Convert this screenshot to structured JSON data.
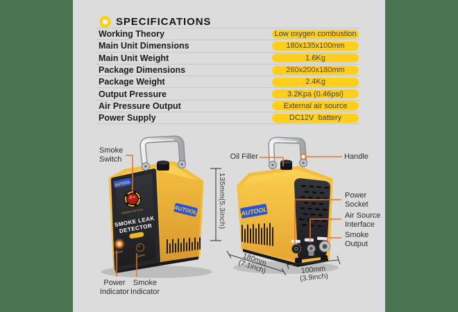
{
  "header": {
    "title": "SPECIFICATIONS"
  },
  "specs": {
    "rows": [
      {
        "label": "Working Theory",
        "value": "Low oxygen combustion"
      },
      {
        "label": "Main Unit Dimensions",
        "value": "180x135x100mm"
      },
      {
        "label": "Main Unit Weight",
        "value": "1.6Kg"
      },
      {
        "label": "Package Dimensions",
        "value": "260x200x180mm"
      },
      {
        "label": "Package Weight",
        "value": "2.4Kg"
      },
      {
        "label": "Output Pressure",
        "value": "3.2Kpa (0.46psi)"
      },
      {
        "label": "Air Pressure Output",
        "value": "External air source"
      },
      {
        "label": "Power Supply",
        "value": "DC12V  battery"
      }
    ]
  },
  "diagram": {
    "callouts": {
      "smoke_switch": [
        "Smoke",
        "Switch"
      ],
      "oil_filler": [
        "Oil Filler"
      ],
      "handle": [
        "Handle"
      ],
      "power_socket": [
        "Power",
        "Socket"
      ],
      "air_source": [
        "Air Source",
        "Interface"
      ],
      "smoke_output": [
        "Smoke",
        "Output"
      ],
      "power_indicator": [
        "Power",
        "Indicator"
      ],
      "smoke_indicator": [
        "Smoke",
        "Indicator"
      ]
    },
    "dimensions": {
      "height": "135mm(5.3inch)",
      "depth": [
        "180mm",
        "(7.1inch)"
      ],
      "width": [
        "100mm",
        "(3.9inch)"
      ]
    },
    "device": {
      "brand": "AUTOOL",
      "smoke_switch_button": "SMOKE SWITCH",
      "front_title_line1": "SMOKE LEAK",
      "front_title_line2": "DETECTOR",
      "power_led": "POWER",
      "smoke_led": "SMOKE"
    }
  },
  "colors": {
    "accent_yellow": "#FFCF1C",
    "leader_orange": "#E8712B",
    "margin_green": "#4A7351",
    "background_gray": "#DCDCDC",
    "logo_blue": "#2953D8"
  }
}
